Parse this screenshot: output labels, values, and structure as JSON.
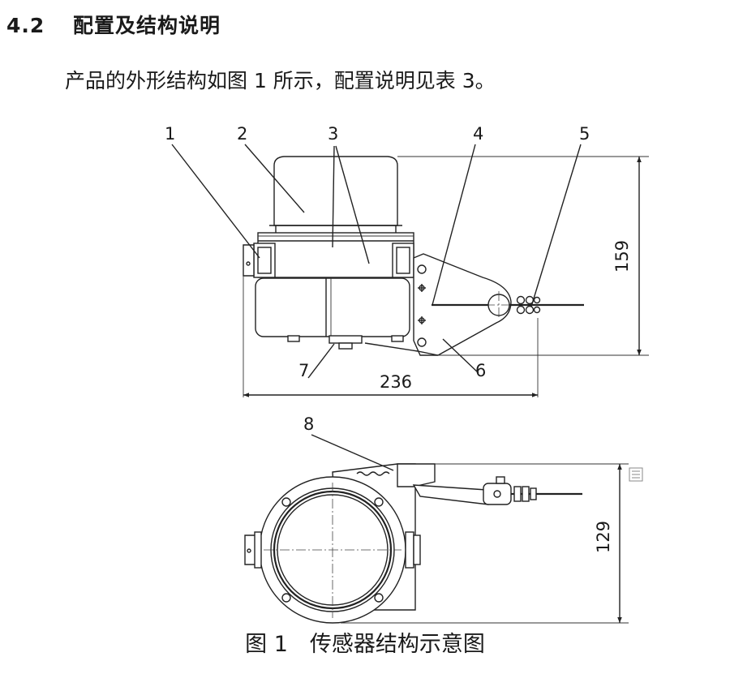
{
  "section": {
    "number": "4.2",
    "title": "配置及结构说明",
    "intro": "产品的外形结构如图 1 所示，配置说明见表 3。"
  },
  "figure": {
    "caption": "图 1　传感器结构示意图",
    "callouts": [
      "1",
      "2",
      "3",
      "4",
      "5",
      "6",
      "7",
      "8"
    ],
    "dimensions": {
      "height_top": "159",
      "width_top": "236",
      "height_bottom": "129"
    }
  }
}
